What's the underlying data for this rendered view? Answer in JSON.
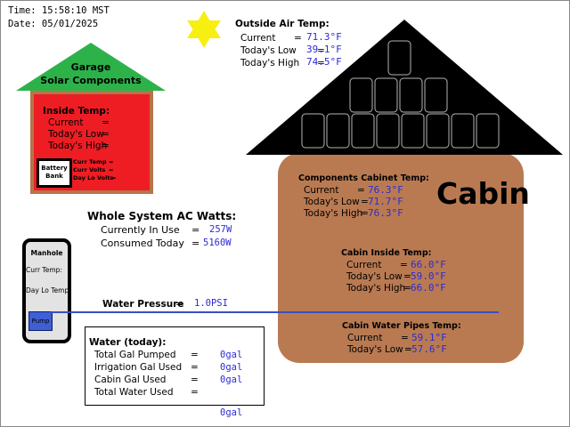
{
  "header": {
    "time": "Time: 15:58:10 MST",
    "date": "Date: 05/01/2025"
  },
  "colors": {
    "sun": "#f7ee12",
    "roof_green": "#2db24a",
    "garage_wall": "#ee1d24",
    "wood": "#b97a52",
    "value_blue": "#2b2bd6",
    "pipe": "#3a4fc0"
  },
  "icons": {
    "sun": "sun-star-icon",
    "solar_panel": "solar-panel-icon"
  },
  "outside_air": {
    "title": "Outside Air Temp:",
    "rows": [
      {
        "label": "Current",
        "sep": "=",
        "value": "71.3°F"
      },
      {
        "label": "Today's Low",
        "sep": "=",
        "value": "39.1°F"
      },
      {
        "label": "Today's High",
        "sep": "=",
        "value": "74.5°F"
      }
    ]
  },
  "garage": {
    "title_line1": "Garage",
    "title_line2": "Solar Components",
    "inside_temp_title": "Inside Temp:",
    "rows": [
      {
        "label": "Current",
        "sep": "="
      },
      {
        "label": "Today's Low",
        "sep": "="
      },
      {
        "label": "Today's High",
        "sep": "="
      }
    ],
    "battery": {
      "label_line1": "Battery",
      "label_line2": "Bank",
      "rows": [
        {
          "label": "Curr Temp",
          "sep": "="
        },
        {
          "label": "Curr Volts",
          "sep": "="
        },
        {
          "label": "Day Lo Volts",
          "sep": "="
        }
      ]
    }
  },
  "cabin": {
    "name": "Cabin",
    "components": {
      "title": "Components Cabinet Temp:",
      "rows": [
        {
          "label": "Current",
          "sep": "=",
          "value": "76.3°F"
        },
        {
          "label": "Today's Low",
          "sep": "=",
          "value": "71.7°F"
        },
        {
          "label": "Today's High",
          "sep": "=",
          "value": "76.3°F"
        }
      ]
    },
    "inside": {
      "title": "Cabin Inside Temp:",
      "rows": [
        {
          "label": "Current",
          "sep": "=",
          "value": "66.0°F"
        },
        {
          "label": "Today's Low",
          "sep": "=",
          "value": "59.0°F"
        },
        {
          "label": "Today's High",
          "sep": "=",
          "value": "66.0°F"
        }
      ]
    },
    "pipes": {
      "title": "Cabin Water Pipes Temp:",
      "rows": [
        {
          "label": "Current",
          "sep": "=",
          "value": "59.1°F"
        },
        {
          "label": "Today's Low",
          "sep": "=",
          "value": "57.6°F"
        }
      ]
    }
  },
  "ac_watts": {
    "title": "Whole System AC Watts:",
    "rows": [
      {
        "label": "Currently In Use",
        "sep": "=",
        "value": "257W"
      },
      {
        "label": "Consumed Today",
        "sep": "=",
        "value": "5160W"
      }
    ]
  },
  "manhole": {
    "title": "Manhole",
    "curr_temp": "Curr Temp:",
    "day_lo_temp": "Day Lo Temp:",
    "pump": "Pump"
  },
  "water_pressure": {
    "label": "Water Pressure",
    "sep": "=",
    "value": "1.0PSI"
  },
  "water_today": {
    "title": "Water (today):",
    "rows": [
      {
        "label": "Total Gal Pumped",
        "sep": "=",
        "value": "0gal"
      },
      {
        "label": "Irrigation Gal Used",
        "sep": "=",
        "value": "0gal"
      },
      {
        "label": "Cabin Gal Used",
        "sep": "=",
        "value": "0gal"
      },
      {
        "label": "Total Water Used",
        "sep": "=",
        "value": ""
      }
    ],
    "total_value": "0gal"
  }
}
